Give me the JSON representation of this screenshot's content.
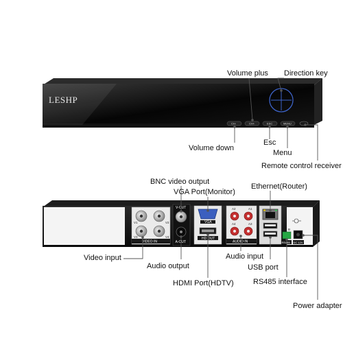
{
  "front": {
    "brand": "LESHP",
    "buttons": [
      "CH-",
      "CH+",
      "ESC",
      "MENU"
    ]
  },
  "back": {
    "port_labels": {
      "video_in": "VIDEO IN",
      "v_out": "V-OUT",
      "a_out": "A-OUT",
      "vga": "VGA",
      "hd_out": "HD OUT",
      "audio_in": "AUDIO IN",
      "channels": [
        "V1",
        "V2",
        "V3",
        "V4"
      ],
      "audio_channels": [
        "A1",
        "A2",
        "A3",
        "A4"
      ],
      "rs485": "RS485",
      "dc": "DC 12V",
      "rs485_pins": [
        "A",
        "B"
      ]
    }
  },
  "callouts": {
    "volume_plus": "Volume plus",
    "direction_key": "Direction key",
    "volume_down": "Volume down",
    "esc": "Esc",
    "menu": "Menu",
    "remote_receiver": "Remote control receiver",
    "bnc_video_output": "BNC video output",
    "vga_port": "VGA Port(Monitor)",
    "ethernet": "Ethernet(Router)",
    "video_input": "Video input",
    "audio_output": "Audio output",
    "audio_input": "Audio input",
    "usb_port": "USB port",
    "hdmi_port": "HDMI Port(HDTV)",
    "rs485_interface": "RS485 interface",
    "power_adapter": "Power adapter"
  }
}
